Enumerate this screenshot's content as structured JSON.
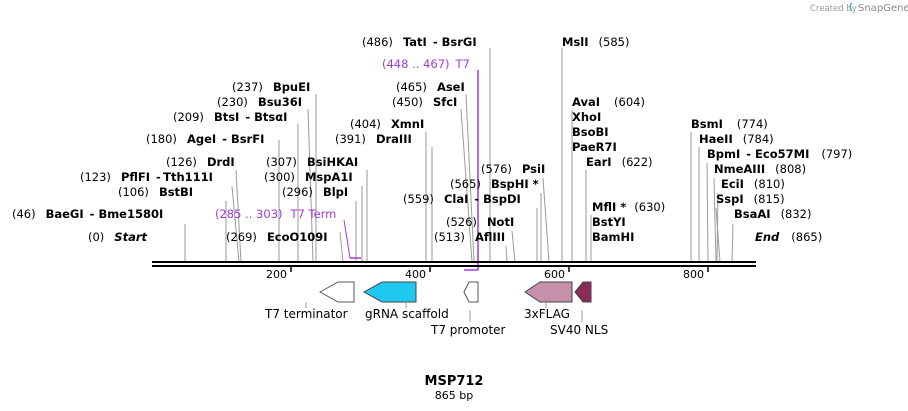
{
  "credit": {
    "prefix": "Created by",
    "brand": "SnapGene"
  },
  "title": "MSP712",
  "length_label": "865 bp",
  "sequence_length": 865,
  "ticks": [
    "200",
    "400",
    "600",
    "800"
  ],
  "sites": {
    "tat_pos": "(486)",
    "tat_a": "TatI",
    "tat_b": "BsrGI",
    "msl_name": "MslI",
    "msl_pos": "(585)",
    "t7_range": "(448 .. 467)",
    "t7_name": "T7",
    "ase_pos": "(465)",
    "ase_name": "AseI",
    "sfc_pos": "(450)",
    "sfc_name": "SfcI",
    "bpu_pos": "(237)",
    "bpu_name": "BpuEI",
    "bsu_pos": "(230)",
    "bsu_name": "Bsu36I",
    "bts_pos": "(209)",
    "bts_a": "BtsI",
    "bts_b": "BtsαI",
    "age_pos": "(180)",
    "age_a": "AgeI",
    "age_b": "BsrFI",
    "drd_pos": "(126)",
    "drd_name": "DrdI",
    "pfl_pos": "(123)",
    "pfl_a": "PflFI",
    "pfl_b": "Tth111I",
    "bstbi_pos": "(106)",
    "bstbi_name": "BstBI",
    "bae_pos": "(46)",
    "bae_a": "BaeGI",
    "bae_b": "Bme1580I",
    "start_pos": "(0)",
    "start_name": "Start",
    "xmn_pos": "(404)",
    "xmn_name": "XmnI",
    "dra_pos": "(391)",
    "dra_name": "DraIII",
    "bsihk_pos": "(307)",
    "bsihk_name": "BsiHKAI",
    "mspa_pos": "(300)",
    "mspa_name": "MspA1I",
    "blp_pos": "(296)",
    "blp_name": "BlpI",
    "t7term_range": "(285 .. 303)",
    "t7term_name": "T7 Term",
    "eco_pos": "(269)",
    "eco_name": "EcoO109I",
    "psi_pos": "(576)",
    "psi_name": "PsiI",
    "bsph_pos": "(565)",
    "bsph_name": "BspHI *",
    "cla_pos": "(559)",
    "cla_a": "ClaI",
    "cla_b": "BspDI",
    "not_pos": "(526)",
    "not_name": "NotI",
    "afl_pos": "(513)",
    "afl_name": "AflIII",
    "ava_name": "AvaI",
    "ava_pos": "(604)",
    "xho_name": "XhoI",
    "bsob_name": "BsoBI",
    "pae_name": "PaeR7I",
    "ear_name": "EarI",
    "ear_pos": "(622)",
    "mfl_name": "MflI *",
    "mfl_pos": "(630)",
    "bsty_name": "BstYI",
    "bam_name": "BamHI",
    "bsm_name": "BsmI",
    "bsm_pos": "(774)",
    "hae_name": "HaeII",
    "hae_pos": "(784)",
    "bpm_a": "BpmI",
    "bpm_b": "Eco57MI",
    "bpm_pos": "(797)",
    "nme_name": "NmeAIII",
    "nme_pos": "(808)",
    "eci_name": "EciI",
    "eci_pos": "(810)",
    "ssp_name": "SspI",
    "ssp_pos": "(815)",
    "bsaa_name": "BsaAI",
    "bsaa_pos": "(832)",
    "end_name": "End",
    "end_pos": "(865)"
  },
  "features": {
    "t7_terminator": "T7 terminator",
    "grna_scaffold": "gRNA scaffold",
    "t7_promoter": "T7 promoter",
    "flag": "3xFLAG",
    "sv40": "SV40 NLS"
  },
  "colors": {
    "grna_scaffold": "#1ec8ee",
    "flag": "#c690aa",
    "sv40": "#8c2a5a",
    "primer": "#a23bd6"
  }
}
